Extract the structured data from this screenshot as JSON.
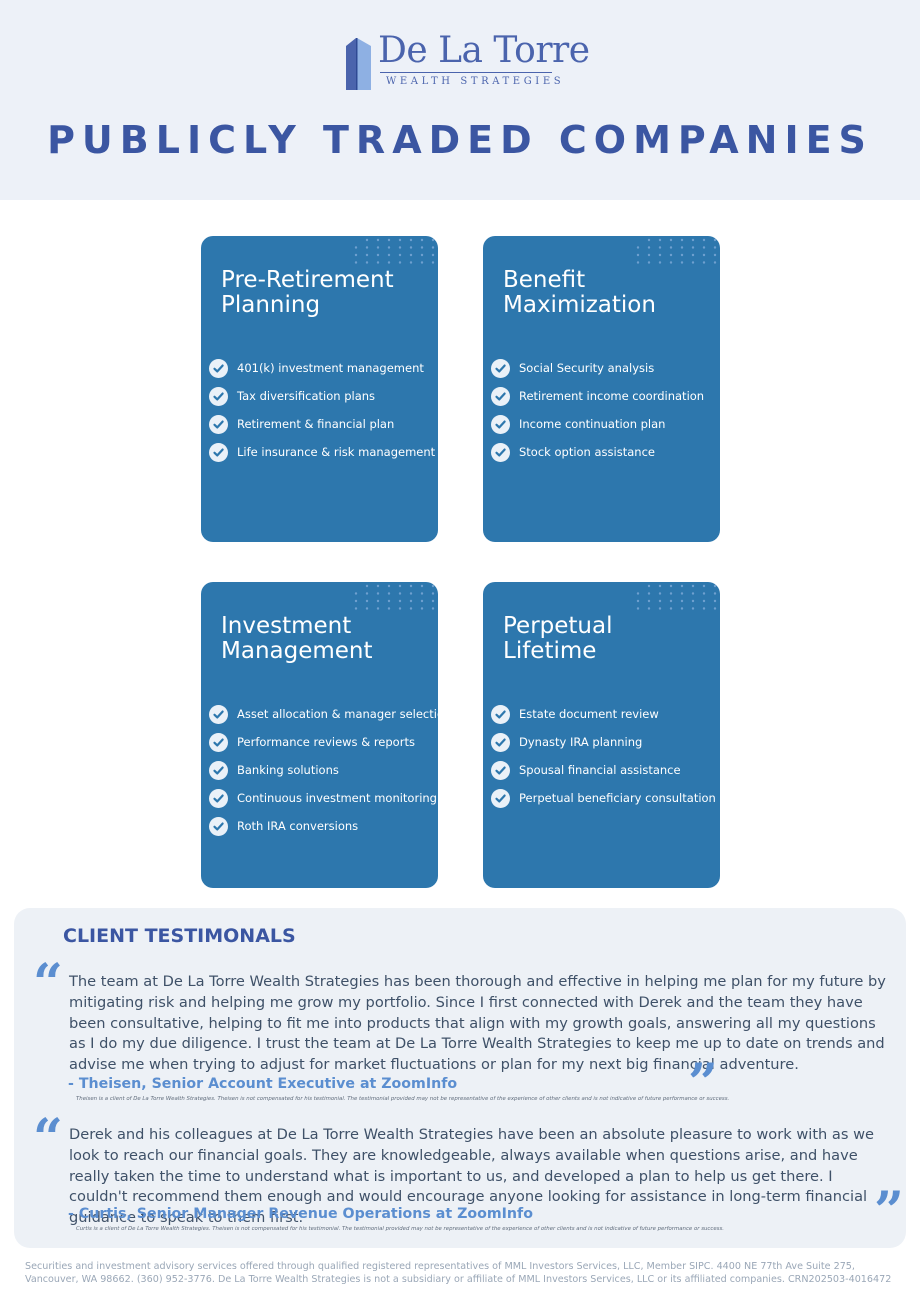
{
  "brand": {
    "name": "De La Torre",
    "tagline": "WEALTH STRATEGIES",
    "color": "#4b64ad"
  },
  "page_title": "PUBLICLY TRADED COMPANIES",
  "cards": [
    {
      "title": "Pre-Retirement\nPlanning",
      "items": [
        "401(k) investment management",
        "Tax diversification plans",
        "Retirement & financial plan",
        "Life insurance & risk management"
      ]
    },
    {
      "title": "Benefit\nMaximization",
      "items": [
        "Social Security analysis",
        "Retirement income coordination",
        "Income continuation plan",
        "Stock option assistance"
      ]
    },
    {
      "title": "Investment\nManagement",
      "items": [
        "Asset allocation & manager selection",
        "Performance reviews & reports",
        "Banking solutions",
        "Continuous investment monitoring",
        "Roth IRA conversions"
      ]
    },
    {
      "title": "Perpetual\nLifetime",
      "items": [
        "Estate document review",
        "Dynasty IRA planning",
        "Spousal financial assistance",
        "Perpetual beneficiary consultation"
      ]
    }
  ],
  "testimonials": {
    "heading": "CLIENT TESTIMONALS",
    "items": [
      {
        "quote": "The team at De La Torre Wealth Strategies has been thorough and effective in helping me plan for my future by mitigating risk and helping me grow my portfolio. Since I first connected with Derek and the team they have been consultative, helping to fit me into products that align with my growth goals, answering all my questions as I do my due diligence. I trust the team at De La Torre Wealth Strategies to keep me up to date on trends and advise me when trying to adjust for market fluctuations or plan for my next big financial adventure.",
        "attribution": "- Theisen, Senior Account Executive at ZoomInfo",
        "disclaimer": "Theisen is a client of De La Torre Wealth Strategies. Theisen is not compensated for his testimonial. The testimonial provided may not be representative of the experience of other clients and is not indicative of future performance or success."
      },
      {
        "quote": "Derek and his colleagues at De La Torre Wealth Strategies have been an absolute pleasure to work with as we look to reach our financial goals. They are knowledgeable, always available when questions arise, and have really taken the time to understand what is important to us, and developed a plan to help us get there. I couldn't recommend them enough and would encourage anyone looking for assistance in long-term financial guidance to speak to them first.",
        "attribution": "- Curtis, Senior Manager Revenue Operations at ZoomInfo",
        "disclaimer": "Curtis is a client of De La Torre Wealth Strategies. Theisen is not compensated for his testimonial. The testimonial provided may not be representative of the experience of other clients and is not indicative of future performance or success."
      }
    ]
  },
  "footer": "Securities and investment advisory services offered through qualified registered representatives of MML Investors Services, LLC, Member SIPC. 4400 NE 77th Ave Suite 275, Vancouver, WA 98662. (360) 952-3776. De La Torre Wealth Strategies is not a subsidiary or affiliate of MML Investors Services, LLC or its affiliated companies. CRN202503-4016472",
  "colors": {
    "header_bg": "#edf1f8",
    "card_bg": "#2d77ad",
    "title": "#3b56a2",
    "accent": "#5b8ed0"
  }
}
